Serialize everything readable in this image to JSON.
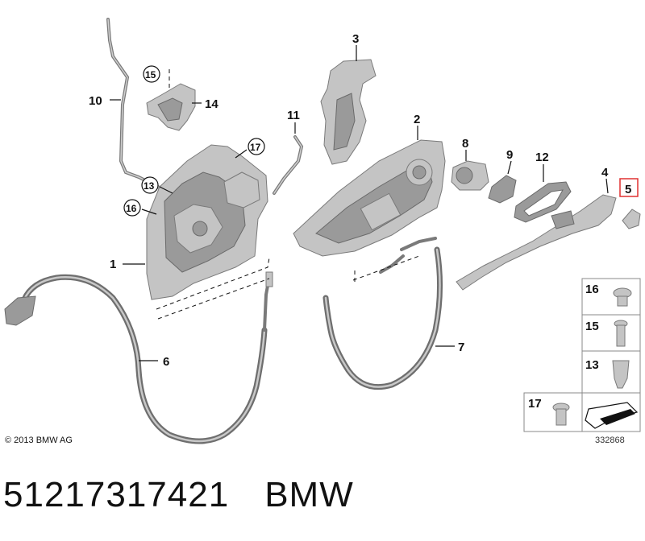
{
  "diagram": {
    "callouts": {
      "c1": "1",
      "c2": "2",
      "c3": "3",
      "c4": "4",
      "c5": "5",
      "c6": "6",
      "c7": "7",
      "c8": "8",
      "c9": "9",
      "c10": "10",
      "c11": "11",
      "c12": "12",
      "c13": "13",
      "c14": "14",
      "c15": "15",
      "c16": "16",
      "c17": "17"
    },
    "legend": {
      "i16": "16",
      "i15": "15",
      "i13": "13",
      "i17": "17"
    },
    "highlight_color": "#e03030",
    "highlighted_callout": "5"
  },
  "copyright": "© 2013 BMW AG",
  "illustration_number": "332868",
  "footer": {
    "part_number": "51217317421",
    "brand": "BMW"
  }
}
